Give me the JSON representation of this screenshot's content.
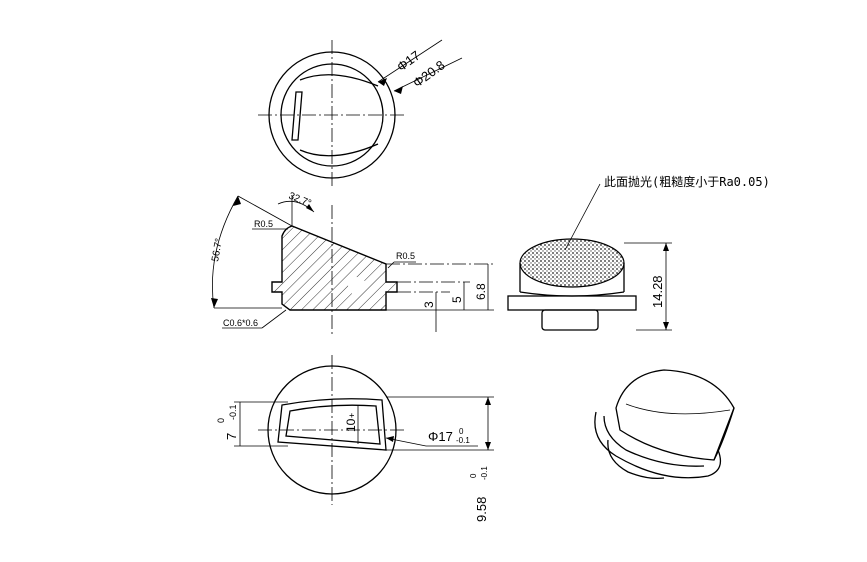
{
  "dimensions": {
    "top_inner_dia": "Φ17",
    "top_outer_dia": "Φ20.8",
    "angle_top": "32.7°",
    "angle_side": "56.7°",
    "radius_top": "R0.5",
    "radius_right": "R0.5",
    "chamfer": "C0.6*0.6",
    "h_3": "3",
    "h_5": "5",
    "h_6_8": "6.8",
    "h_14_28": "14.28",
    "left_7": "7",
    "left_7_tol_upper": "0",
    "left_7_tol_lower": "-0.1",
    "center_10": "10",
    "center_10_tol": "+",
    "bottom_dia": "Φ17",
    "bottom_dia_tol_upper": "0",
    "bottom_dia_tol_lower": "-0.1",
    "right_9_58": "9.58",
    "right_9_58_tol_upper": "0",
    "right_9_58_tol_lower": "-0.1"
  },
  "note": "此面抛光(粗糙度小于Ra0.05)"
}
